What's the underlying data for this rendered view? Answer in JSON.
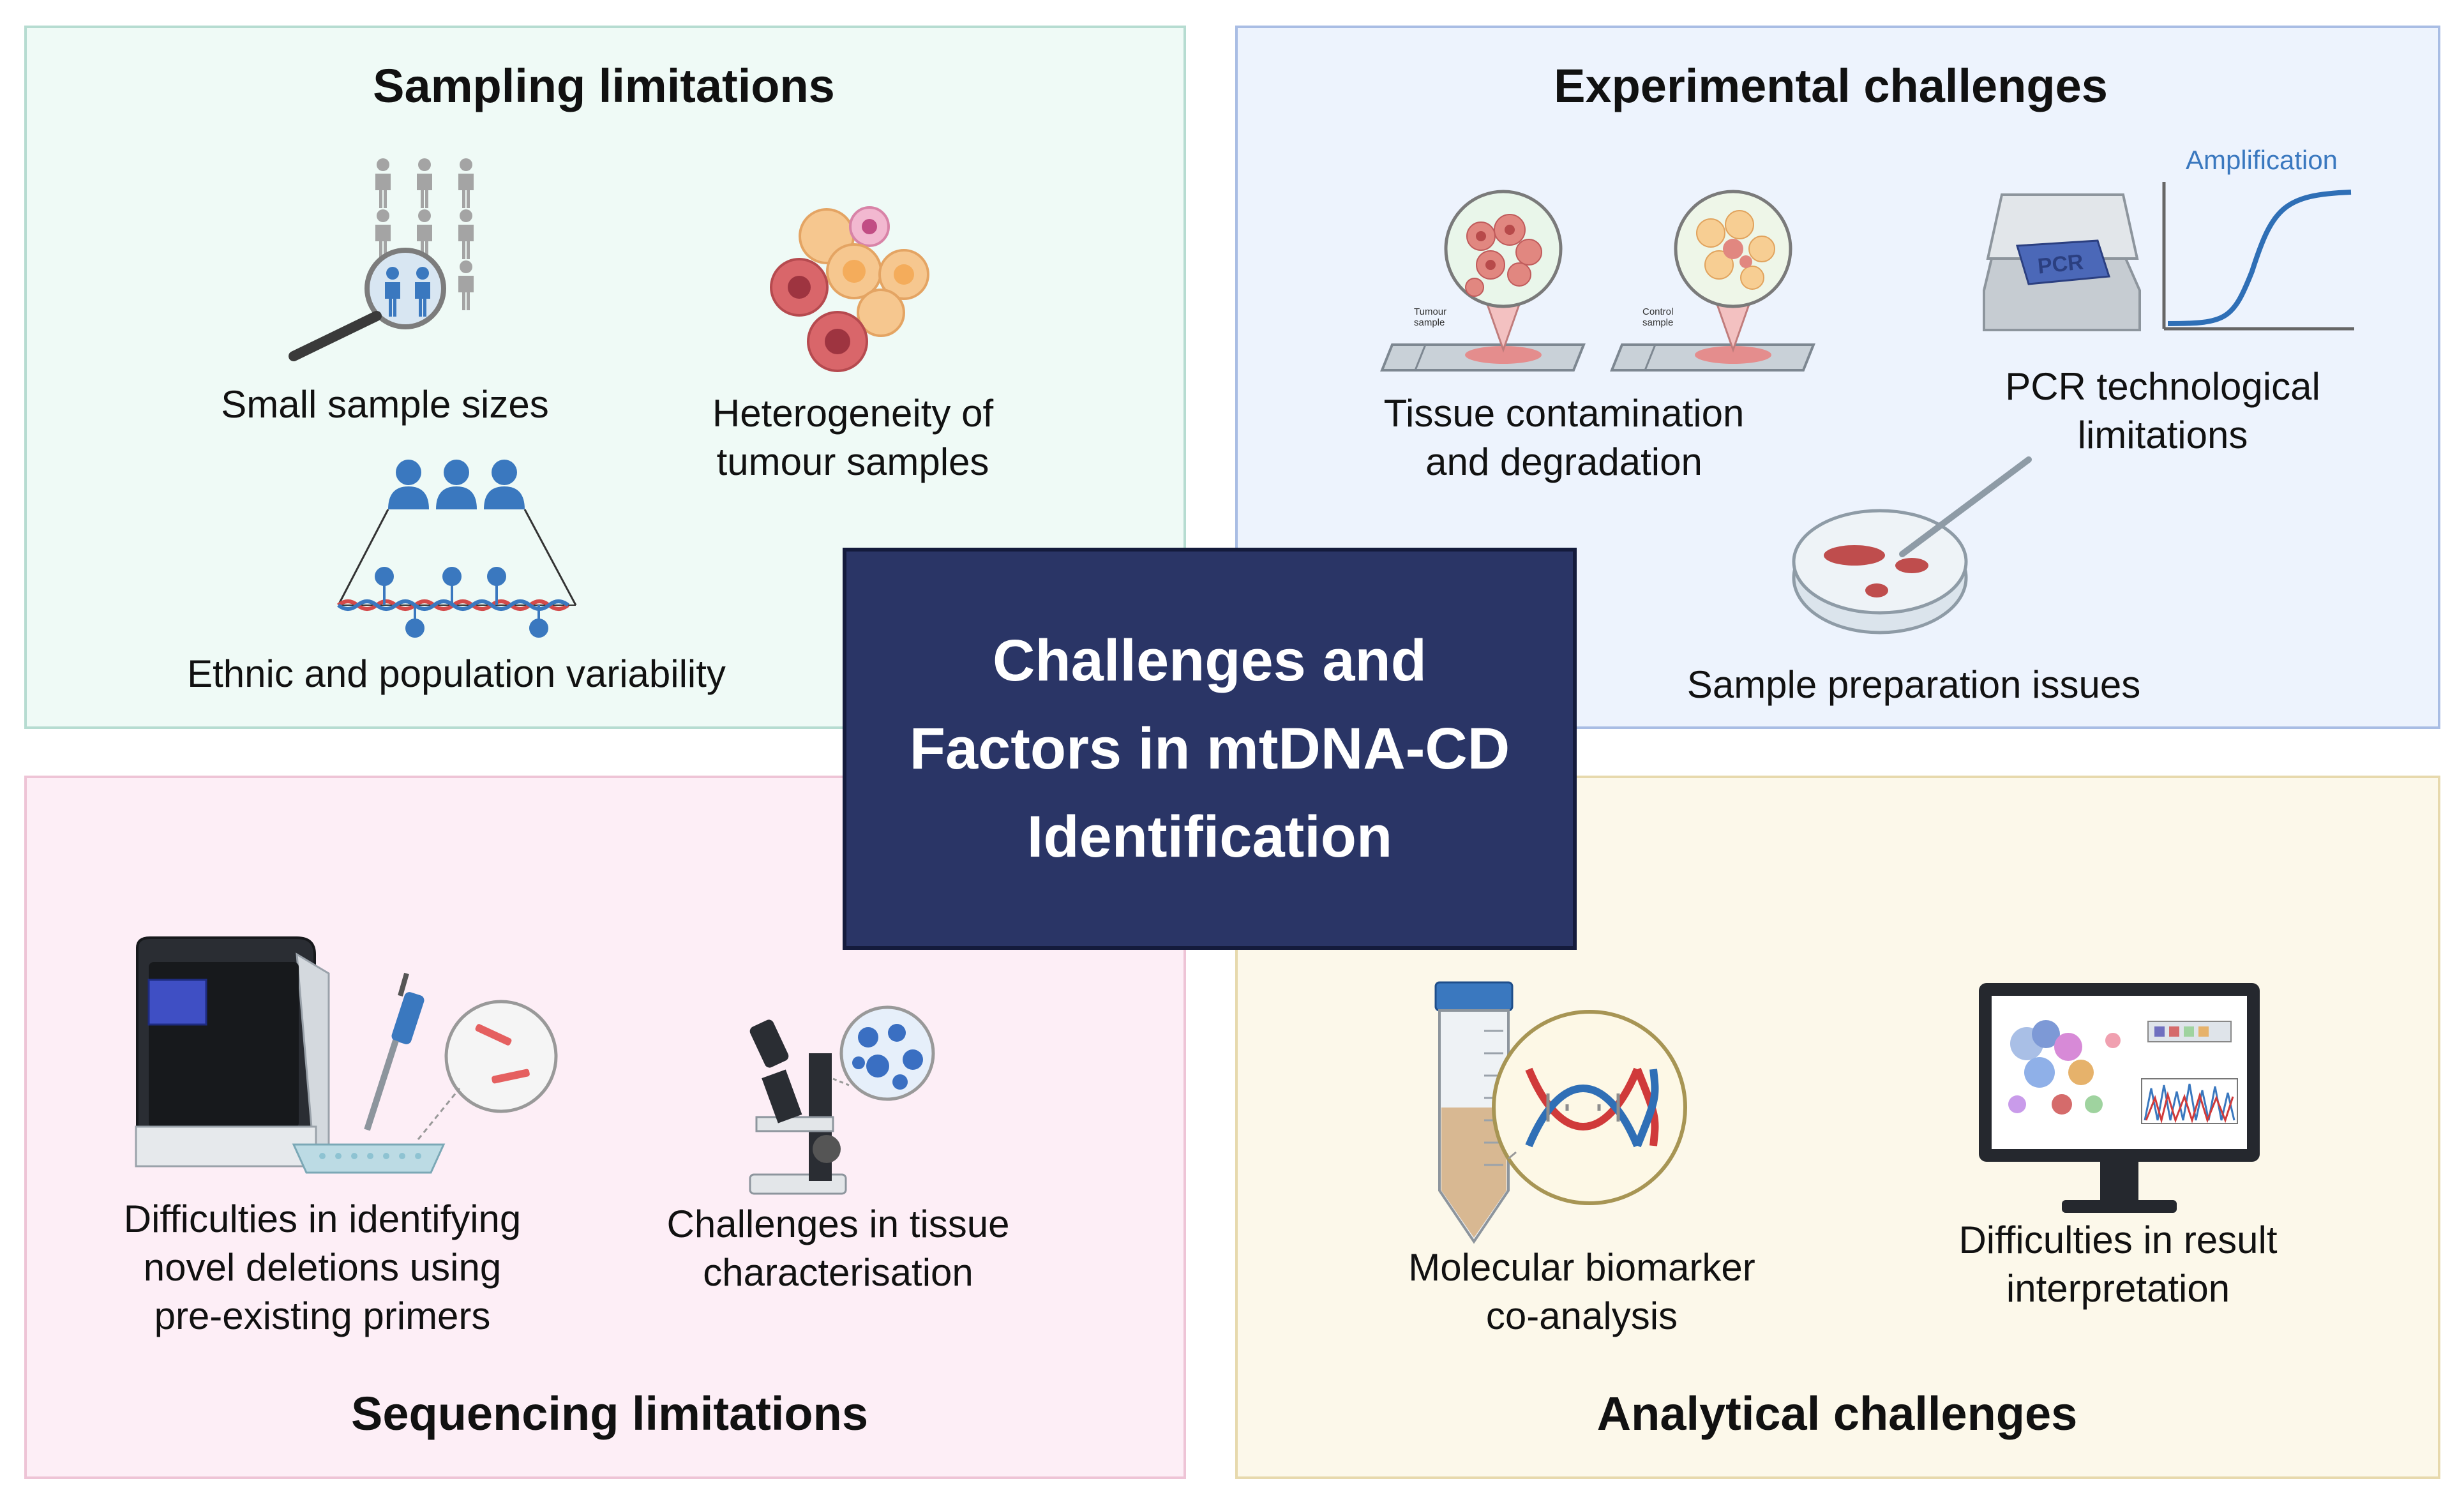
{
  "center": {
    "lines": [
      "Challenges and",
      "Factors in mtDNA-CD",
      "Identification"
    ]
  },
  "sampling": {
    "title": "Sampling limitations",
    "small_sample": "Small sample sizes",
    "heterogeneity": [
      "Heterogeneity of",
      "tumour samples"
    ],
    "ethnic": "Ethnic and population variability"
  },
  "experimental": {
    "title": "Experimental challenges",
    "tissue": [
      "Tissue contamination",
      "and degradation"
    ],
    "tumour_tag": [
      "Tumour",
      "sample"
    ],
    "control_tag": [
      "Control",
      "sample"
    ],
    "pcr_device_text": "PCR",
    "amplification": "Amplification",
    "pcr": [
      "PCR technological",
      "limitations"
    ],
    "sample_prep": "Sample preparation issues"
  },
  "sequencing": {
    "title": "Sequencing limitations",
    "novel": [
      "Difficulties in identifying",
      "novel deletions using",
      "pre-existing primers"
    ],
    "tissue_char": [
      "Challenges in tissue",
      "characterisation"
    ]
  },
  "analytical": {
    "title": "Analytical challenges",
    "biomarker": [
      "Molecular biomarker",
      "co-analysis"
    ],
    "result": [
      "Difficulties in result",
      "interpretation"
    ]
  }
}
